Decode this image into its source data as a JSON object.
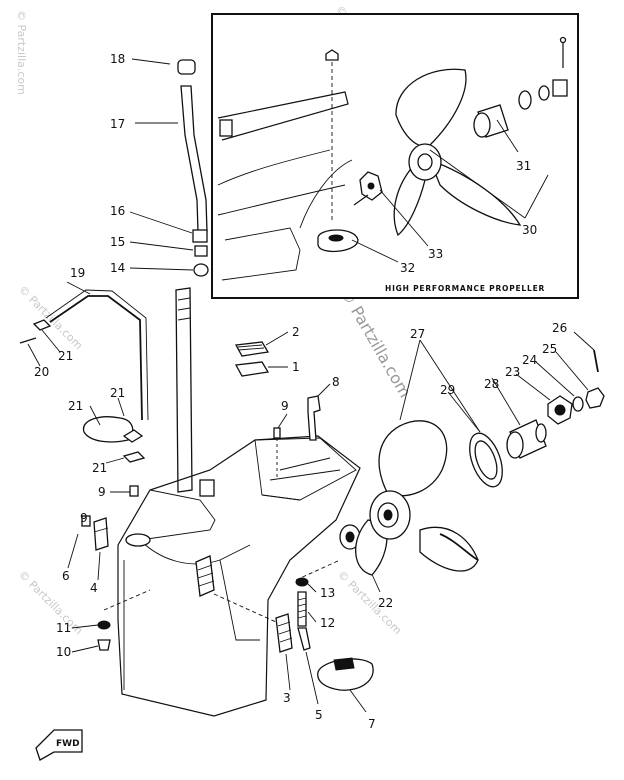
{
  "inset": {
    "title": "HIGH PERFORMANCE PROPELLER",
    "callouts": [
      "31",
      "30",
      "33",
      "32"
    ]
  },
  "callouts": [
    {
      "id": "c18",
      "label": "18"
    },
    {
      "id": "c17",
      "label": "17"
    },
    {
      "id": "c16",
      "label": "16"
    },
    {
      "id": "c15",
      "label": "15"
    },
    {
      "id": "c14",
      "label": "14"
    },
    {
      "id": "c19",
      "label": "19"
    },
    {
      "id": "c21a",
      "label": "21"
    },
    {
      "id": "c20",
      "label": "20"
    },
    {
      "id": "c2",
      "label": "2"
    },
    {
      "id": "c1",
      "label": "1"
    },
    {
      "id": "c21b",
      "label": "21"
    },
    {
      "id": "c21c",
      "label": "21"
    },
    {
      "id": "c21d",
      "label": "21"
    },
    {
      "id": "c8",
      "label": "8"
    },
    {
      "id": "c9a",
      "label": "9"
    },
    {
      "id": "c9b",
      "label": "9"
    },
    {
      "id": "c9c",
      "label": "9"
    },
    {
      "id": "c6",
      "label": "6"
    },
    {
      "id": "c4",
      "label": "4"
    },
    {
      "id": "c11",
      "label": "11"
    },
    {
      "id": "c10",
      "label": "10"
    },
    {
      "id": "c13",
      "label": "13"
    },
    {
      "id": "c12",
      "label": "12"
    },
    {
      "id": "c3",
      "label": "3"
    },
    {
      "id": "c5",
      "label": "5"
    },
    {
      "id": "c7",
      "label": "7"
    },
    {
      "id": "c22",
      "label": "22"
    },
    {
      "id": "c27",
      "label": "27"
    },
    {
      "id": "c29",
      "label": "29"
    },
    {
      "id": "c28",
      "label": "28"
    },
    {
      "id": "c23",
      "label": "23"
    },
    {
      "id": "c24",
      "label": "24"
    },
    {
      "id": "c25",
      "label": "25"
    },
    {
      "id": "c26",
      "label": "26"
    }
  ],
  "fwd_label": "FWD",
  "watermark": "© Partzilla.com"
}
